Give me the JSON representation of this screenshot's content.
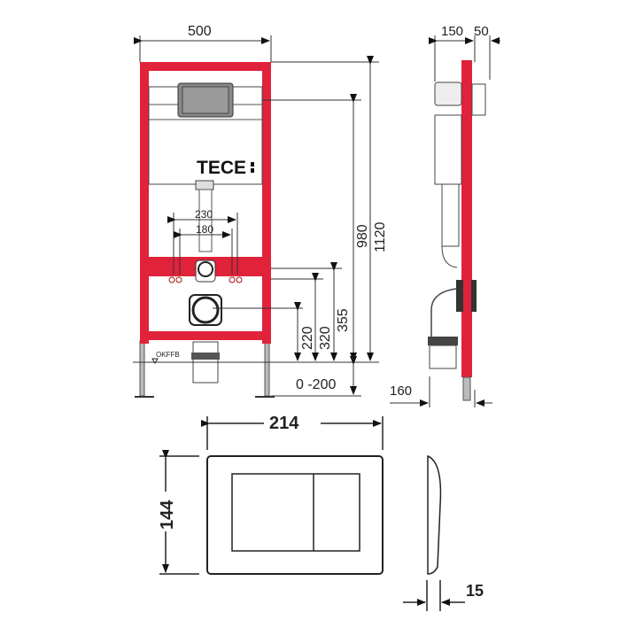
{
  "diagram": {
    "brand_logo": "TECE",
    "floor_label": "OKFFB",
    "colors": {
      "frame_red": "#e0223a",
      "line": "#222222",
      "cistern_gray": "#d9d9d9"
    },
    "front_view": {
      "width": "500",
      "height_total": "1120",
      "height_cistern": "980",
      "bolt_spacing_outer": "230",
      "bolt_spacing_inner": "180",
      "inlet_height": "355",
      "flush_pipe_height": "320",
      "drain_height": "220",
      "leg_adjust": "0 -200"
    },
    "side_view": {
      "depth_cistern": "150",
      "depth_panel": "50",
      "drain_depth": "160"
    },
    "flush_plate": {
      "width": "214",
      "height": "144",
      "thickness": "15"
    }
  }
}
